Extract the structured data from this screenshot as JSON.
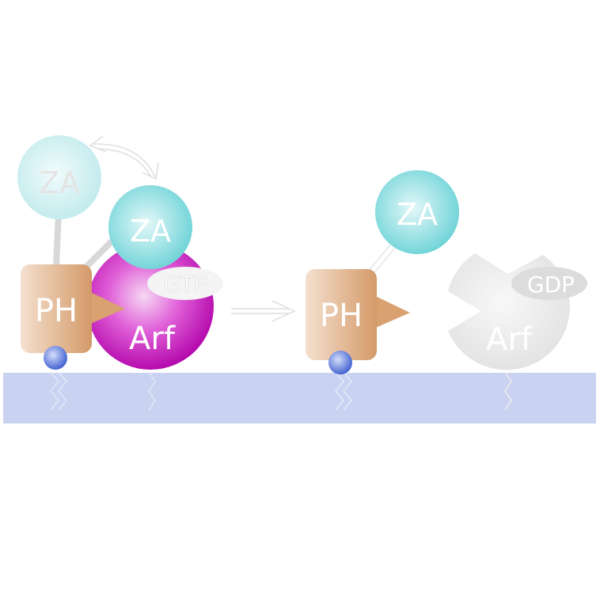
{
  "colors": {
    "membrane": "#c9d3f1",
    "ph_light": "#f2dcc8",
    "ph_dark": "#d9a070",
    "arf_active": "#d21ec8",
    "arf_inactive": "#e6e6e6",
    "za": "#7dd8dc",
    "gtp_badge": "#f4f4f4",
    "gdp_badge": "#dcdcdc",
    "anchor_bead": "#5577dd"
  },
  "left_complex": {
    "za_ghost_label": "ZA",
    "za_label": "ZA",
    "ph_label": "PH",
    "arf_label": "Arf",
    "nucleotide_label": "GTP"
  },
  "right_complex": {
    "za_label": "ZA",
    "ph_label": "PH",
    "arf_label": "Arf",
    "nucleotide_label": "GDP"
  },
  "icons": {
    "conformational_swap": "double-headed-curved-arrow-icon",
    "transition": "right-arrow-icon",
    "membrane_anchor": "lipid-anchor-icon"
  }
}
